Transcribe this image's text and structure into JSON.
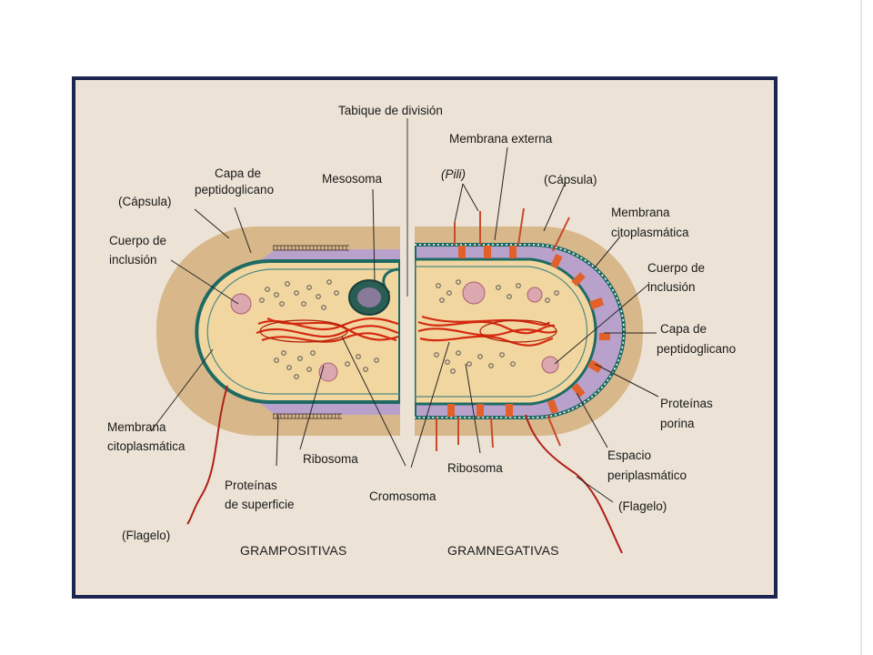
{
  "labels": {
    "tabique": "Tabique de división",
    "membrana_externa": "Membrana externa",
    "pili": "(Pili)",
    "capsula_right": "(Cápsula)",
    "capa_pept_left_1": "Capa de",
    "capa_pept_left_2": "peptidoglicano",
    "mesosoma": "Mesosoma",
    "capsula_left": "(Cápsula)",
    "cuerpo_left_1": "Cuerpo de",
    "cuerpo_left_2": "inclusión",
    "memb_cito_right_1": "Membrana",
    "memb_cito_right_2": "citoplasmática",
    "cuerpo_right_1": "Cuerpo de",
    "cuerpo_right_2": "inclusión",
    "capa_pept_right_1": "Capa de",
    "capa_pept_right_2": "peptidoglicano",
    "proteinas_porina_1": "Proteínas",
    "proteinas_porina_2": "porina",
    "memb_cito_left_1": "Membrana",
    "memb_cito_left_2": "citoplasmática",
    "espacio_1": "Espacio",
    "espacio_2": "periplasmático",
    "ribosoma_left": "Ribosoma",
    "ribosoma_right": "Ribosoma",
    "prot_sup_1": "Proteínas",
    "prot_sup_2": "de superficie",
    "cromosoma": "Cromosoma",
    "flagelo_right": "(Flagelo)",
    "flagelo_left": "(Flagelo)",
    "grampositivas": "GRAMPOSITIVAS",
    "gramnegativas": "GRAMNEGATIVAS"
  },
  "colors": {
    "frame_border": "#1c2450",
    "background": "#ece3d6",
    "capsule": "#d8b88a",
    "peptidoglycan": "#b8a2cc",
    "membrane": "#1f6b63",
    "cytoplasm": "#f2d6a0",
    "chromosome": "#d42a10",
    "porin": "#e2602a",
    "flagellum": "#b0201a",
    "ink": "#1a1a1a"
  }
}
